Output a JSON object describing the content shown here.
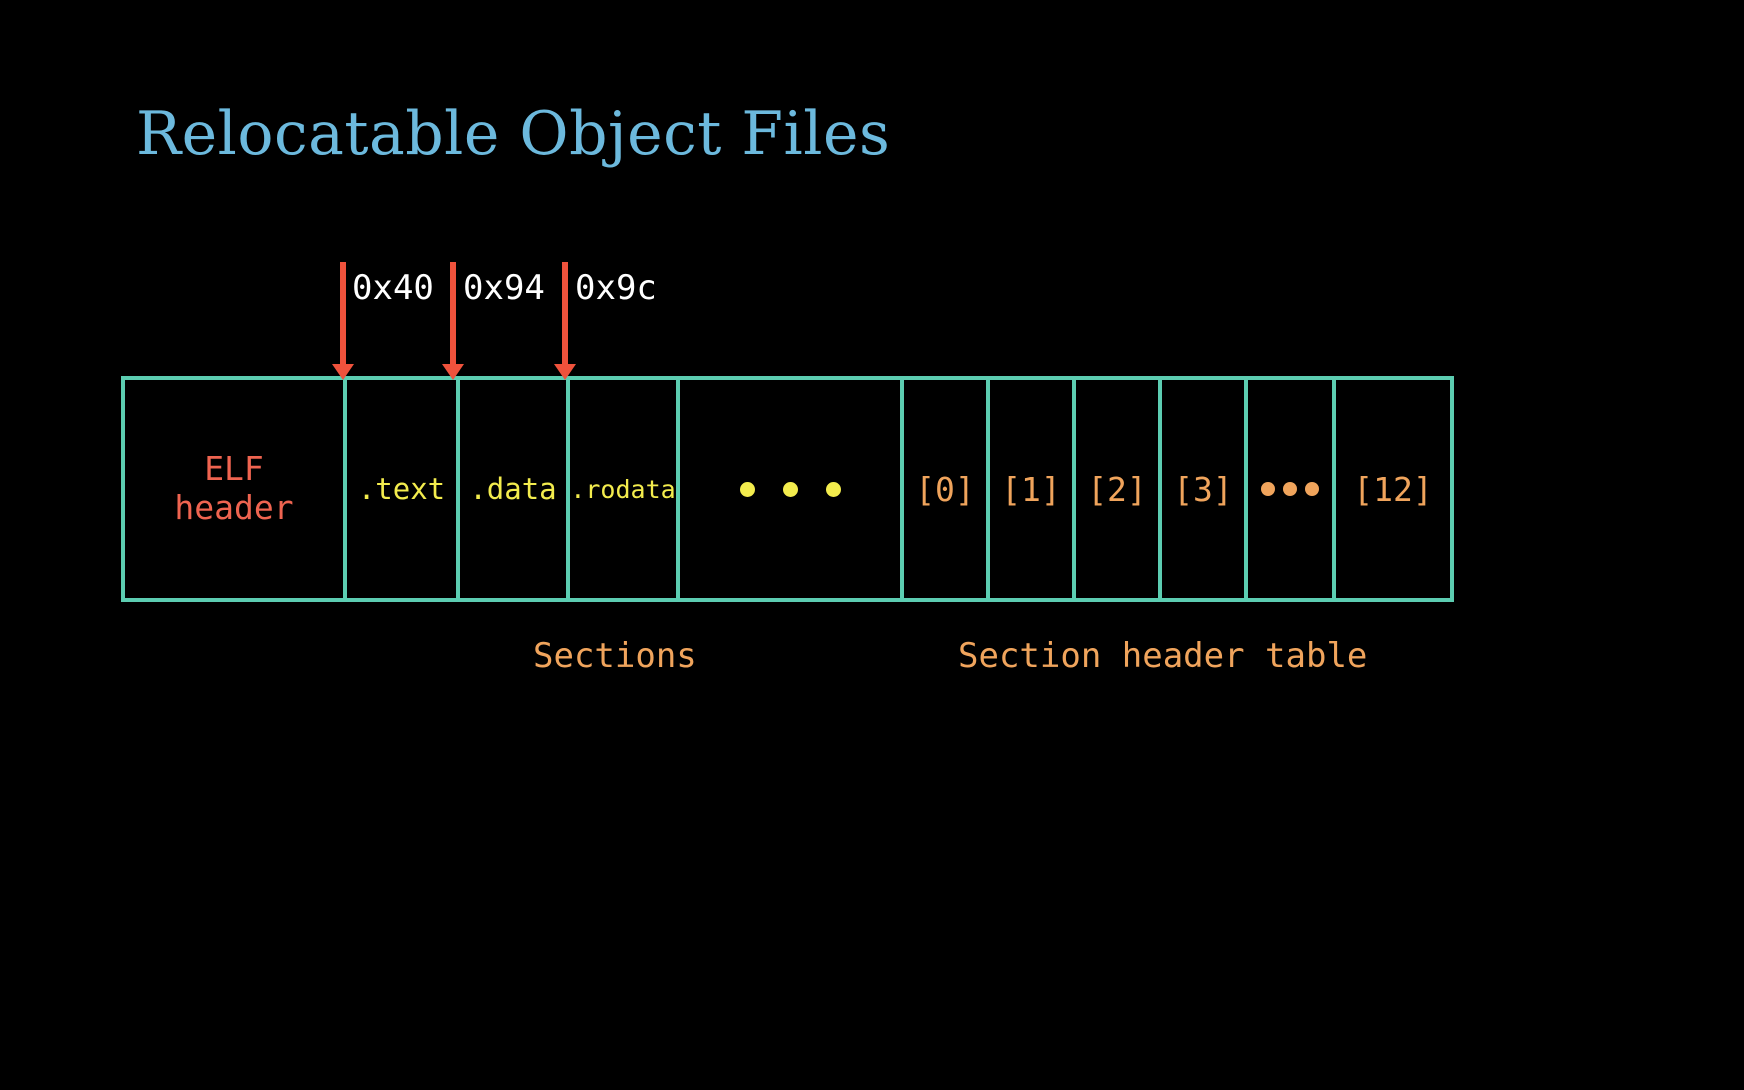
{
  "slide": {
    "title": "Relocatable Object Files",
    "background_color": "#000000",
    "title_color": "#6cb9dd"
  },
  "colors": {
    "border_teal": "#5ccdb1",
    "arrow_red": "#ef523c",
    "elf_header_salmon": "#ef6450",
    "section_yellow": "#f3ec4d",
    "index_orange": "#f0a45c",
    "address_white": "#ffffff"
  },
  "offset_pointers": [
    {
      "label": "0x40",
      "points_to": ".text"
    },
    {
      "label": "0x94",
      "points_to": ".data"
    },
    {
      "label": "0x9c",
      "points_to": ".rodata"
    }
  ],
  "diagram": {
    "cells": [
      {
        "id": "elf-header",
        "label": "ELF\nheader",
        "kind": "text"
      },
      {
        "id": "text",
        "label": ".text",
        "kind": "text"
      },
      {
        "id": "data",
        "label": ".data",
        "kind": "text"
      },
      {
        "id": "rodata",
        "label": ".rodata",
        "kind": "text"
      },
      {
        "id": "sections-ellipsis",
        "label": "• • •",
        "kind": "dots",
        "dot_count": 3,
        "dot_color": "#f3ec4d"
      },
      {
        "id": "sh-0",
        "label": "[0]",
        "kind": "text"
      },
      {
        "id": "sh-1",
        "label": "[1]",
        "kind": "text"
      },
      {
        "id": "sh-2",
        "label": "[2]",
        "kind": "text"
      },
      {
        "id": "sh-3",
        "label": "[3]",
        "kind": "text"
      },
      {
        "id": "sht-ellipsis",
        "label": "•••",
        "kind": "dots",
        "dot_count": 3,
        "dot_color": "#f0a45c"
      },
      {
        "id": "sh-12",
        "label": "[12]",
        "kind": "text"
      }
    ]
  },
  "captions": {
    "sections": "Sections",
    "section_header_table": "Section header table"
  }
}
